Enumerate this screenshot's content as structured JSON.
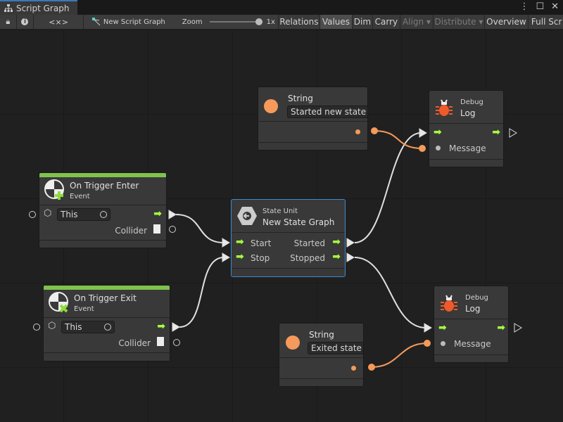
{
  "window": {
    "tab_title": "Script Graph",
    "tab_icon": "hierarchy-icon"
  },
  "toolbar": {
    "lock": "lock-icon",
    "info": "info-icon",
    "variables": "<×>",
    "breadcrumb": "New Script Graph",
    "zoom_label": "Zoom",
    "zoom_value": "1x",
    "zoom_level": 1.0,
    "buttons": [
      {
        "label": "Relations",
        "active": false,
        "enabled": true
      },
      {
        "label": "Values",
        "active": true,
        "enabled": true
      },
      {
        "label": "Dim",
        "active": false,
        "enabled": true
      },
      {
        "label": "Carry",
        "active": false,
        "enabled": true
      },
      {
        "label": "Align ▾",
        "active": false,
        "enabled": false
      },
      {
        "label": "Distribute ▾",
        "active": false,
        "enabled": false
      },
      {
        "label": "Overview",
        "active": false,
        "enabled": true
      },
      {
        "label": "Full Scr",
        "active": false,
        "enabled": true
      }
    ]
  },
  "nodes": {
    "trigger_enter": {
      "title": "On Trigger Enter",
      "subtitle": "Event",
      "target": "This",
      "output": "Collider"
    },
    "trigger_exit": {
      "title": "On Trigger Exit",
      "subtitle": "Event",
      "target": "This",
      "output": "Collider"
    },
    "state_unit": {
      "subtitle": "State Unit",
      "title": "New  State  Graph",
      "in1": "Start",
      "in2": "Stop",
      "out1": "Started",
      "out2": "Stopped"
    },
    "string1": {
      "title": "String",
      "value": "Started new state!"
    },
    "string2": {
      "title": "String",
      "value": "Exited state"
    },
    "log1": {
      "subtitle": "Debug",
      "title": "Log",
      "input": "Message"
    },
    "log2": {
      "subtitle": "Debug",
      "title": "Log",
      "input": "Message"
    }
  },
  "colors": {
    "control_flow": "#a6ff3e",
    "string_port": "#f59a5a",
    "event_bar": "#7fc24d",
    "selection": "#3d8ad0",
    "bug": "#f05a2a"
  }
}
